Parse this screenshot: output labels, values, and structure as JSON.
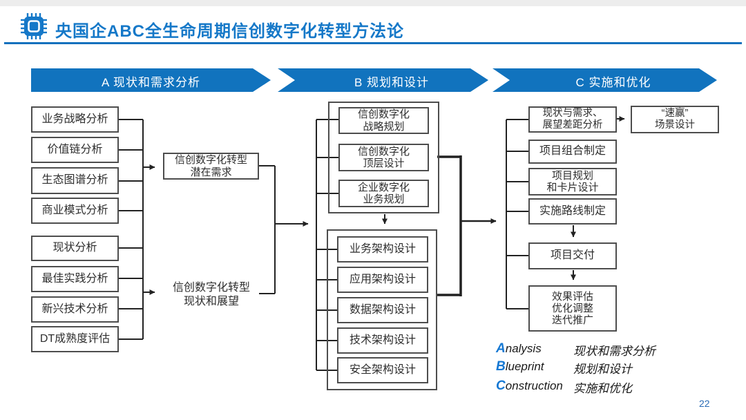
{
  "header": {
    "title": "央国企ABC全生命周期信创数字化转型方法论",
    "icon": "chip-icon"
  },
  "phases": [
    {
      "label": "A 现状和需求分析"
    },
    {
      "label": "B 规划和设计"
    },
    {
      "label": "C 实施和优化"
    }
  ],
  "analysis": {
    "boxes": [
      "业务战略分析",
      "价值链分析",
      "生态图谱分析",
      "商业模式分析",
      "现状分析",
      "最佳实践分析",
      "新兴技术分析",
      "DT成熟度评估"
    ],
    "outputs": {
      "potential": "信创数字化转型\n潜在需求",
      "status": "信创数字化转型\n现状和展望"
    }
  },
  "planning": {
    "strategy_boxes": [
      "信创数字化\n战略规划",
      "信创数字化\n顶层设计",
      "企业数字化\n业务规划"
    ],
    "architecture_boxes": [
      "业务架构设计",
      "应用架构设计",
      "数据架构设计",
      "技术架构设计",
      "安全架构设计"
    ]
  },
  "implementation": {
    "boxes": [
      "现状与需求、\n展望差距分析",
      "项目组合制定",
      "项目规划\n和卡片设计",
      "实施路线制定",
      "项目交付",
      "效果评估\n优化调整\n迭代推广"
    ],
    "quick_win": "“速赢”\n场景设计"
  },
  "legend": [
    {
      "letter": "A",
      "rest": "nalysis",
      "desc": "现状和需求分析"
    },
    {
      "letter": "B",
      "rest": "lueprint",
      "desc": "规划和设计"
    },
    {
      "letter": "C",
      "rest": "onstruction",
      "desc": "实施和优化"
    }
  ],
  "page_number": "22",
  "colors": {
    "accent_blue": "#1173be",
    "title_blue": "#1578c8",
    "line_dark": "#222222",
    "box_border": "#4d4d4d",
    "page_number_blue": "#2a6bb5"
  }
}
